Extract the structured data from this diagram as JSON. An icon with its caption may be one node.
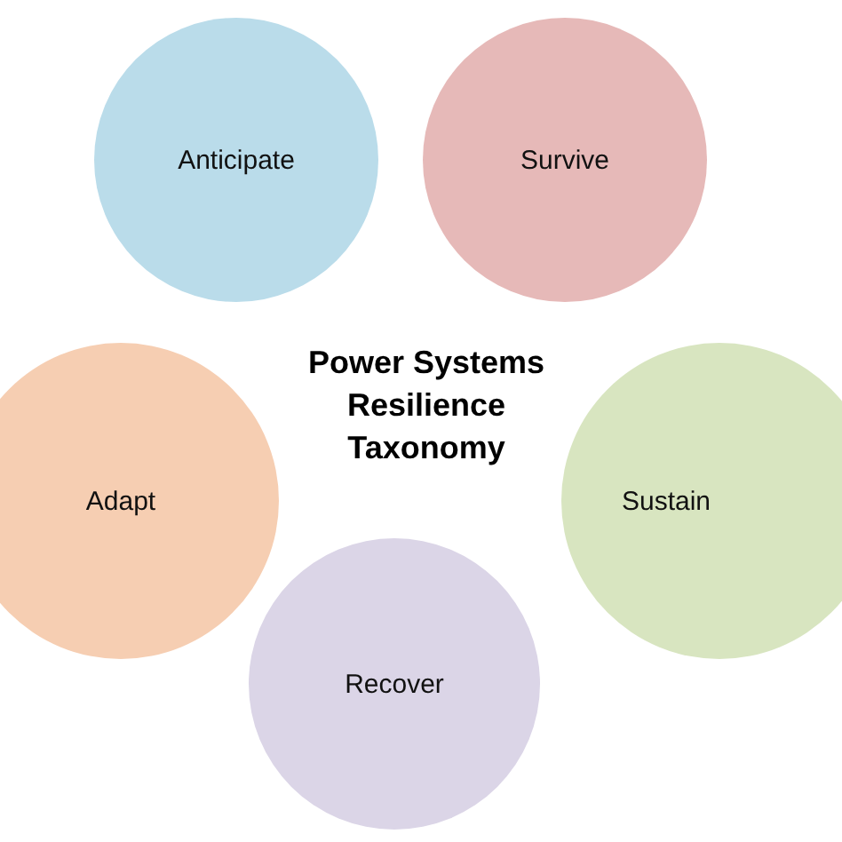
{
  "diagram": {
    "title": "Power Systems Resilience Taxonomy",
    "nodes": [
      {
        "text": [
          "Anticipate"
        ]
      },
      {
        "text": [
          "Survive"
        ]
      },
      {
        "text": [
          "Adapt"
        ]
      },
      {
        "text": [
          "Sustain"
        ]
      },
      {
        "text": [
          "Recover"
        ]
      }
    ]
  }
}
